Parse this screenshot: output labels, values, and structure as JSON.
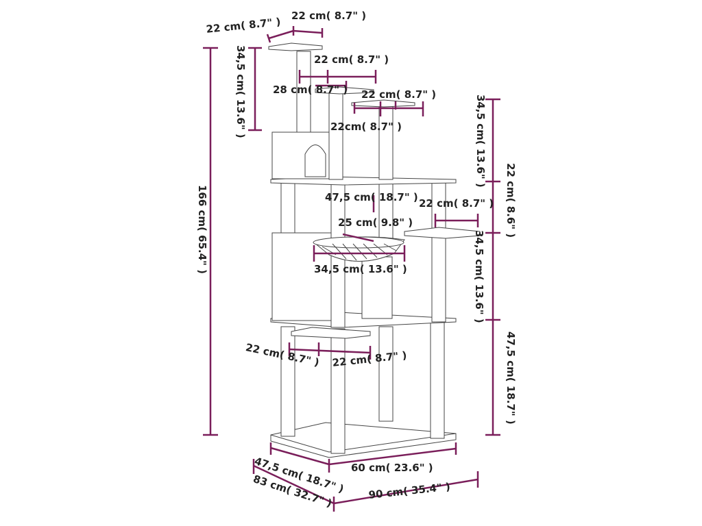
{
  "colors": {
    "dimension": "#7a1e5a",
    "outline": "#444444",
    "label_text": "#222222"
  },
  "labels": {
    "top_depth": "22 cm( 8.7\" )",
    "top_width": "22 cm( 8.7\" )",
    "top_post_height": "34,5 cm( 13.6\" )",
    "upper_perch_width": "22 cm( 8.7\" )",
    "upper_perch_depth": "28 cm( 8.7\" )",
    "right_perch_width": "22 cm( 8.7\" )",
    "right_perch_depth": "22cm( 8.7\" )",
    "right_upper_height": "34,5 cm( 13.6\" )",
    "right_small_height": "22 cm( 8.6\" )",
    "platform_width": "47,5 cm( 18.7\" )",
    "side_perch_width": "22 cm( 8.7\" )",
    "hammock_inner": "25 cm( 9.8\" )",
    "hammock_outer": "34,5 cm( 13.6\" )",
    "right_mid_height": "34,5 cm( 13.6\" )",
    "lower_perch_depth": "22 cm( 8.7\" )",
    "lower_perch_width": "22 cm( 8.7\" )",
    "right_bottom_height": "47,5 cm( 18.7\" )",
    "total_height": "166 cm( 65.4\" )",
    "base_depth": "47,5 cm( 18.7\" )",
    "base_width": "60 cm( 23.6\" )",
    "overall_depth": "83 cm( 32.7\" )",
    "overall_width": "90 cm( 35.4\" )"
  }
}
